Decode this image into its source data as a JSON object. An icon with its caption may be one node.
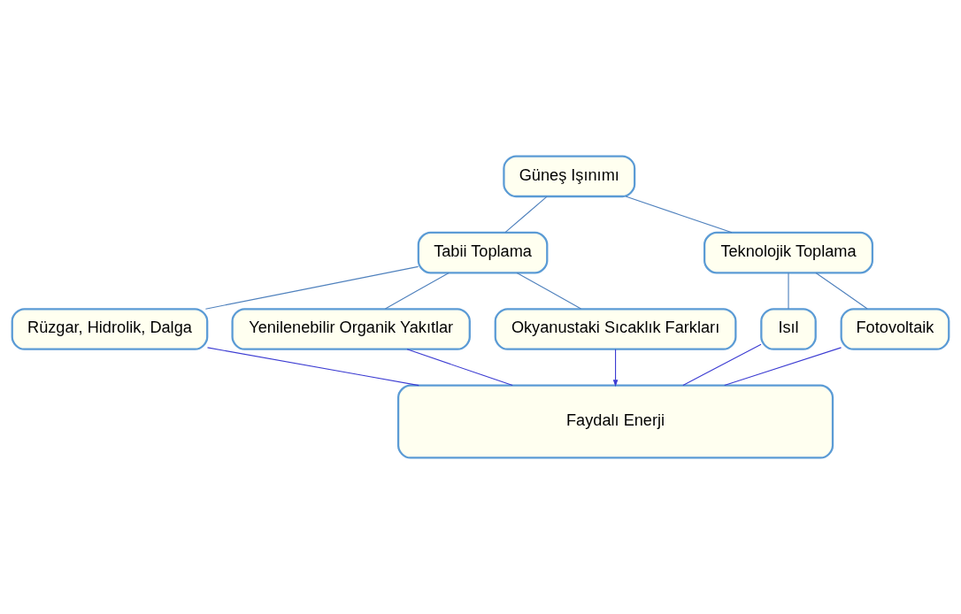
{
  "diagram": {
    "nodes": [
      {
        "text": [
          "Güneş Işınımı"
        ]
      },
      {
        "text": [
          "Tabii Toplama"
        ]
      },
      {
        "text": [
          "Teknolojik Toplama"
        ]
      },
      {
        "text": [
          "Rüzgar, Hidrolik, Dalga"
        ]
      },
      {
        "text": [
          "Yenilenebilir Organik Yakıtlar"
        ]
      },
      {
        "text": [
          "Okyanustaki Sıcaklık Farkları"
        ]
      },
      {
        "text": [
          "Isıl"
        ]
      },
      {
        "text": [
          "Fotovoltaik"
        ]
      },
      {
        "text": [
          "Faydalı Enerji"
        ]
      }
    ],
    "edges": [
      {
        "from": 0,
        "to": 1,
        "arrow": "none"
      },
      {
        "from": 0,
        "to": 2,
        "arrow": "none"
      },
      {
        "from": 1,
        "to": 3,
        "arrow": "none"
      },
      {
        "from": 1,
        "to": 4,
        "arrow": "none"
      },
      {
        "from": 1,
        "to": 5,
        "arrow": "none"
      },
      {
        "from": 2,
        "to": 6,
        "arrow": "none"
      },
      {
        "from": 2,
        "to": 7,
        "arrow": "none"
      },
      {
        "from": 3,
        "to": 8,
        "arrow": "none",
        "color": "#3c3cd2"
      },
      {
        "from": 4,
        "to": 8,
        "arrow": "none",
        "color": "#3c3cd2"
      },
      {
        "from": 5,
        "to": 8,
        "arrow": "to",
        "color": "#3c3cd2"
      },
      {
        "from": 6,
        "to": 8,
        "arrow": "none",
        "color": "#3c3cd2"
      },
      {
        "from": 7,
        "to": 8,
        "arrow": "none",
        "color": "#3c3cd2"
      }
    ]
  }
}
